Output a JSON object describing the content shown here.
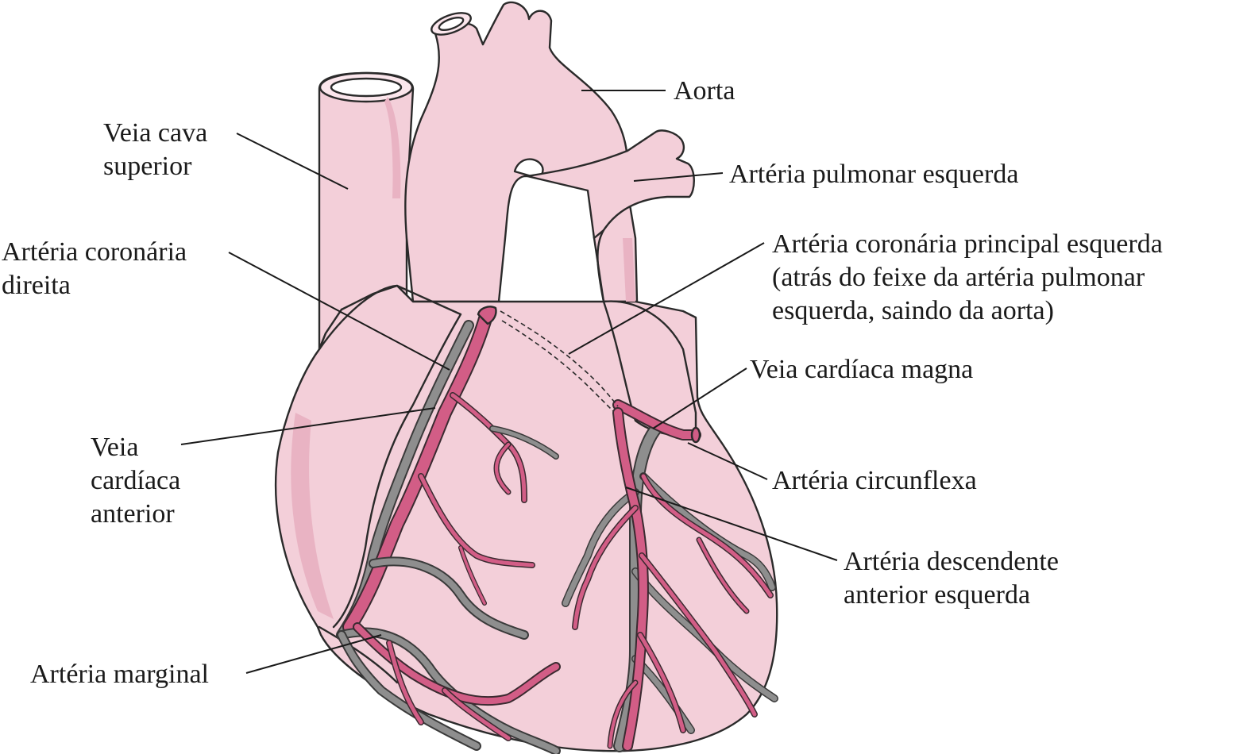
{
  "labels": {
    "aorta": "Aorta",
    "svc_1": "Veia cava",
    "svc_2": "superior",
    "left_pulmonary_artery": "Artéria pulmonar esquerda",
    "rca_1": "Artéria coronária",
    "rca_2": "direita",
    "lmca_1": "Artéria coronária principal esquerda",
    "lmca_2": "(atrás do feixe da artéria pulmonar",
    "lmca_3": "esquerda, saindo da aorta)",
    "great_cardiac_vein": "Veia cardíaca magna",
    "anterior_cardiac_vein_1": "Veia",
    "anterior_cardiac_vein_2": "cardíaca",
    "anterior_cardiac_vein_3": "anterior",
    "circumflex_artery": "Artéria circunflexa",
    "lad_1": "Artéria descendente",
    "lad_2": "anterior esquerda",
    "marginal_artery": "Artéria marginal"
  },
  "colors": {
    "heart": "#f3cfd9",
    "heart_shade": "#e9b3c3",
    "artery": "#d25d86",
    "vein": "#8e8e8e",
    "outline": "#2a2a2a"
  }
}
